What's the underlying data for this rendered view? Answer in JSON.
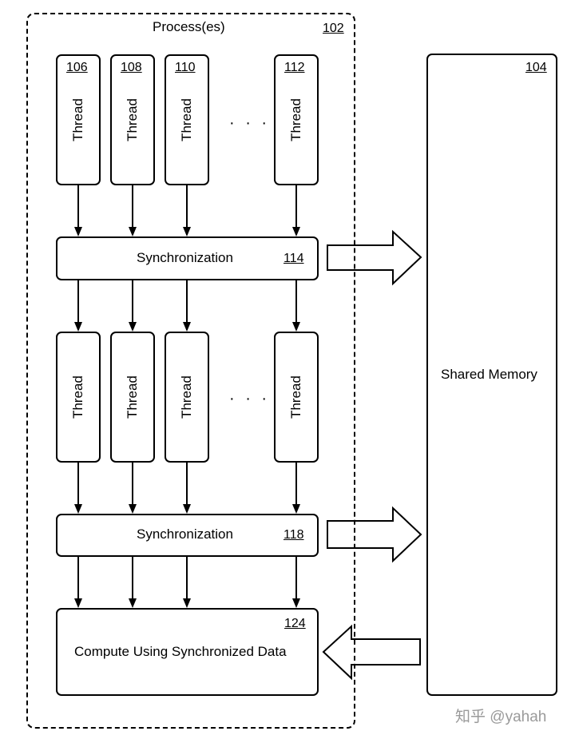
{
  "process": {
    "title": "Process(es)",
    "ref": "102"
  },
  "shared_memory": {
    "label": "Shared Memory",
    "ref": "104"
  },
  "threads_row1": [
    {
      "label": "Thread",
      "ref": "106"
    },
    {
      "label": "Thread",
      "ref": "108"
    },
    {
      "label": "Thread",
      "ref": "110"
    },
    {
      "label": "Thread",
      "ref": "112"
    }
  ],
  "threads_row2": [
    {
      "label": "Thread"
    },
    {
      "label": "Thread"
    },
    {
      "label": "Thread"
    },
    {
      "label": "Thread"
    }
  ],
  "ellipsis": "· · ·",
  "sync1": {
    "label": "Synchronization",
    "ref": "114"
  },
  "sync2": {
    "label": "Synchronization",
    "ref": "118"
  },
  "compute": {
    "label": "Compute Using Synchronized Data",
    "ref": "124"
  },
  "watermark": "知乎 @yahah"
}
